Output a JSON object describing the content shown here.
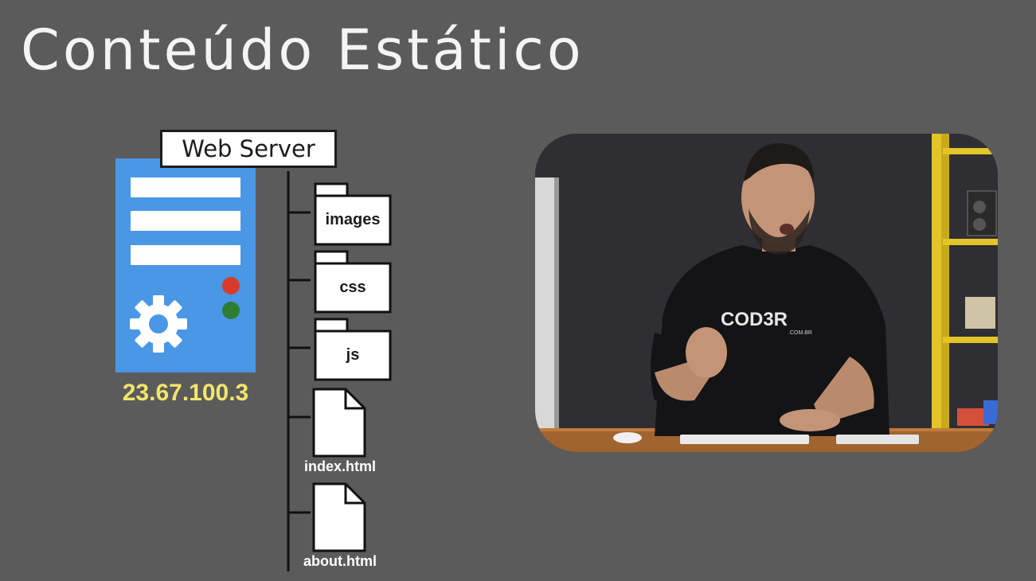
{
  "slide": {
    "title": "Conteúdo Estático",
    "background_color": "#5b5b5b"
  },
  "server": {
    "label": "Web Server",
    "ip_address": "23.67.100.3",
    "box_color": "#4a97e6",
    "ip_color": "#f2e56a",
    "led_colors": [
      "#d93b2b",
      "#2e7d32"
    ],
    "icon": "gear-icon"
  },
  "tree": {
    "folders": [
      {
        "name": "images",
        "icon": "folder-icon"
      },
      {
        "name": "css",
        "icon": "folder-icon"
      },
      {
        "name": "js",
        "icon": "folder-icon"
      }
    ],
    "files": [
      {
        "name": "index.html",
        "icon": "file-icon"
      },
      {
        "name": "about.html",
        "icon": "file-icon"
      }
    ]
  },
  "video": {
    "shirt_logo": "COD3R",
    "shirt_logo_sub": ".COM.BR"
  }
}
